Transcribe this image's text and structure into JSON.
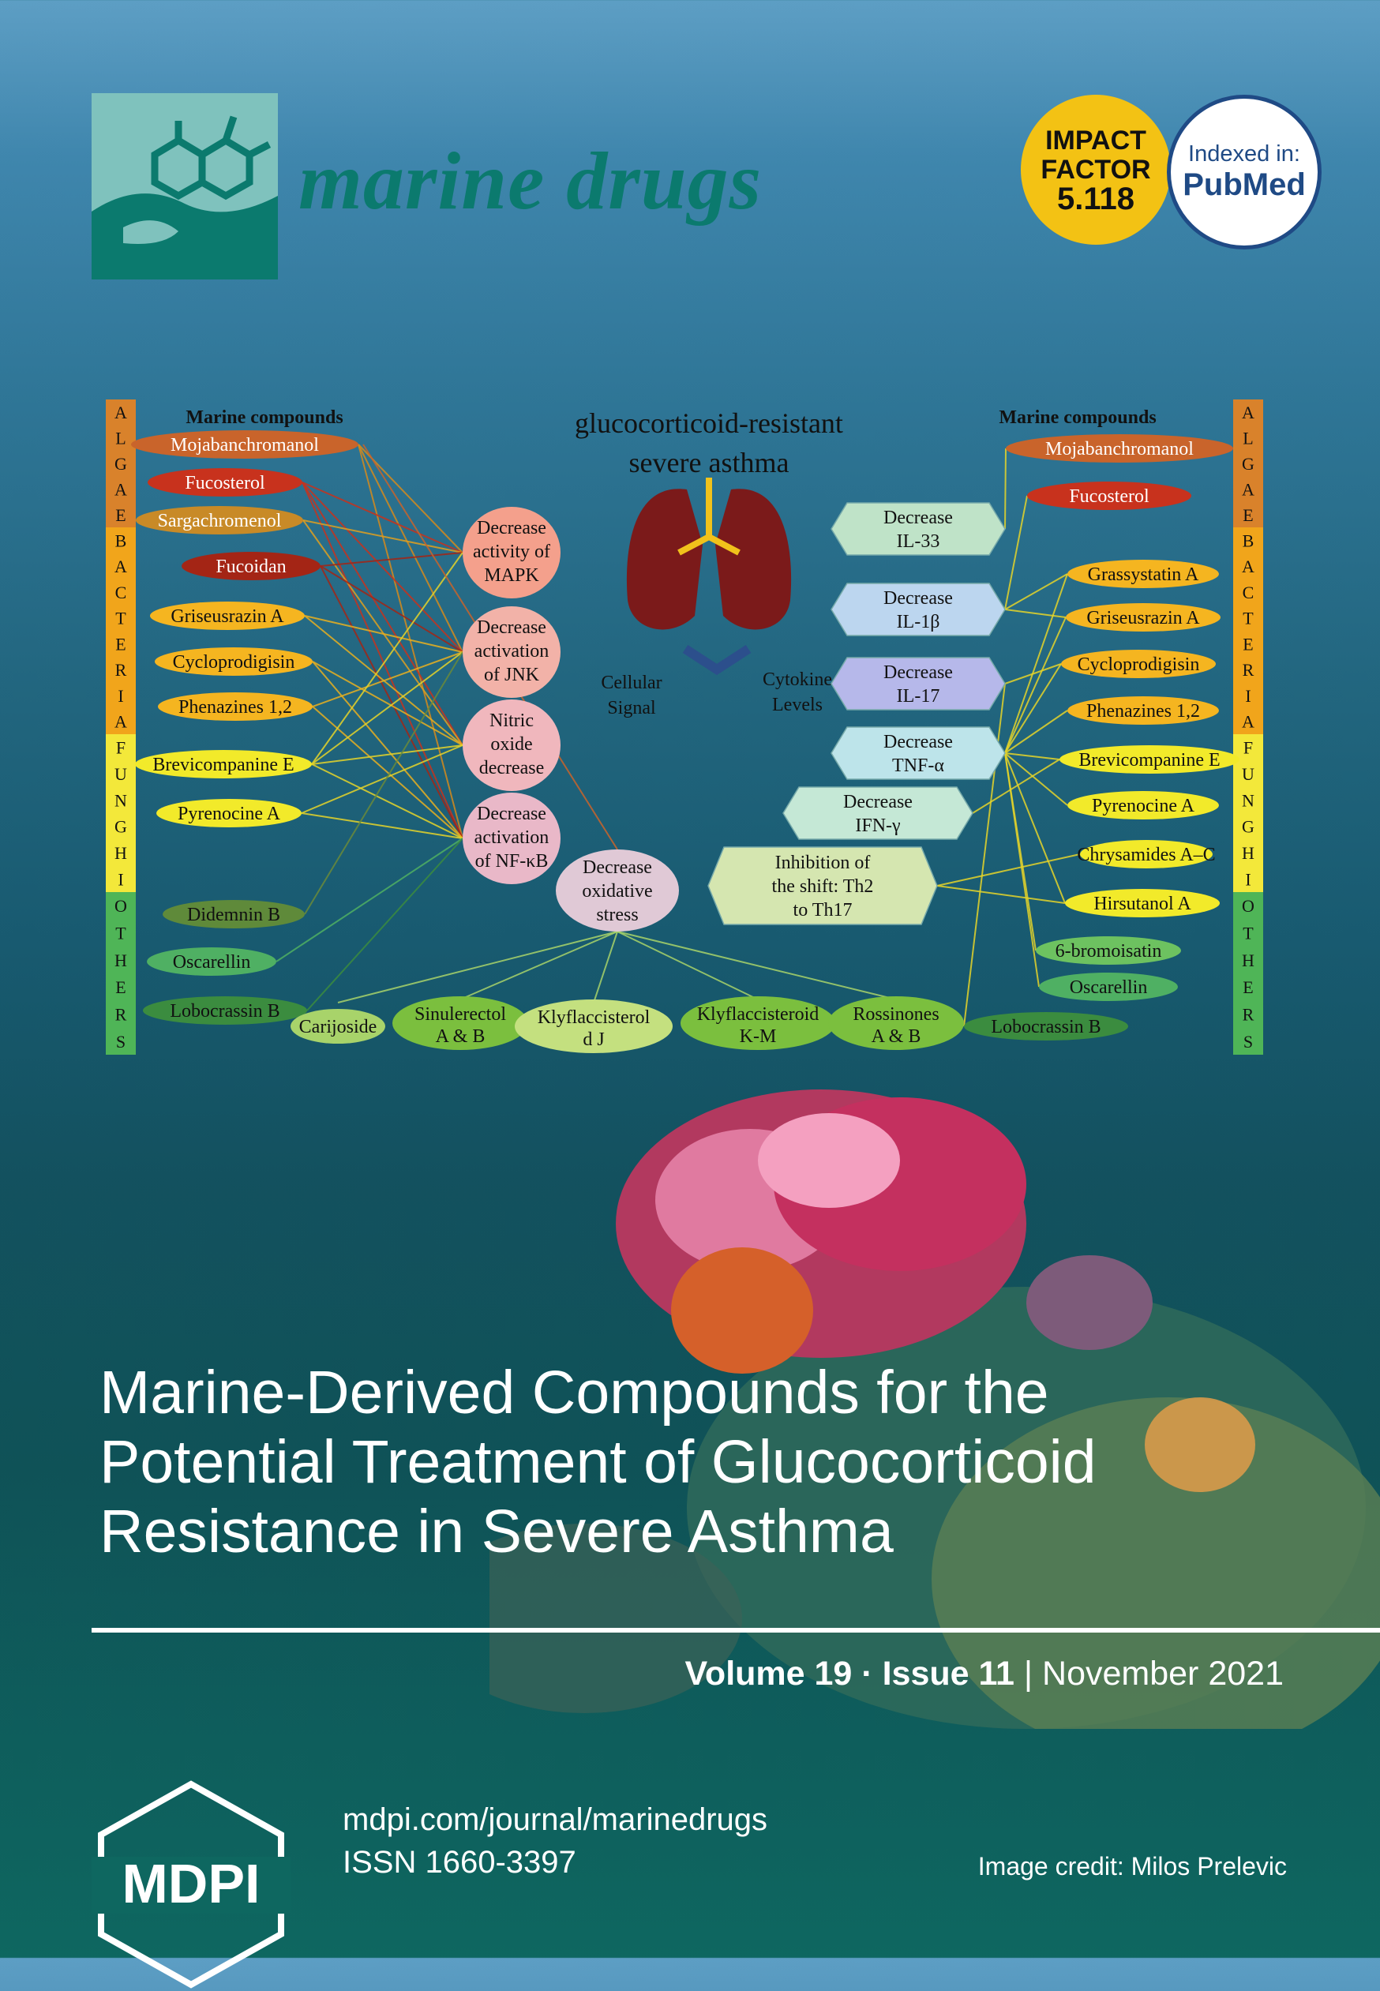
{
  "journal": {
    "title": "marine drugs"
  },
  "badges": {
    "impact_line1": "IMPACT",
    "impact_line2": "FACTOR",
    "impact_value": "5.118",
    "indexed_label": "Indexed in:",
    "indexed_name": "PubMed"
  },
  "diagram": {
    "center_title_line1": "glucocorticoid-resistant",
    "center_title_line2": "severe asthma",
    "cellular_signal_1": "Cellular",
    "cellular_signal_2": "Signal",
    "cytokine_levels_1": "Cytokine",
    "cytokine_levels_2": "Levels",
    "left_header": "Marine compounds",
    "right_header": "Marine compounds",
    "categories": [
      {
        "label": "ALGAE",
        "color": "#d9822b"
      },
      {
        "label": "BACTERIA",
        "color": "#f1a51b"
      },
      {
        "label": "FUNGHI",
        "color": "#f3e83a"
      },
      {
        "label": "OTHERS",
        "color": "#4fb557"
      }
    ],
    "left_compounds": [
      {
        "name": "Mojabanchromanol",
        "color": "#c9642b"
      },
      {
        "name": "Fucosterol",
        "color": "#c8321d"
      },
      {
        "name": "Sargachromenol",
        "color": "#c88a27"
      },
      {
        "name": "Fucoidan",
        "color": "#a42515"
      },
      {
        "name": "Griseusrazin A",
        "color": "#f5b520"
      },
      {
        "name": "Cycloprodigisin",
        "color": "#f5b520"
      },
      {
        "name": "Phenazines 1,2",
        "color": "#f5b520"
      },
      {
        "name": "Brevicompanine E",
        "color": "#f2ea2a"
      },
      {
        "name": "Pyrenocine A",
        "color": "#f2ea2a"
      },
      {
        "name": "Didemnin B",
        "color": "#5f8a3a"
      },
      {
        "name": "Oscarellin",
        "color": "#4fb063"
      },
      {
        "name": "Lobocrassin B",
        "color": "#3b8c3f"
      }
    ],
    "right_compounds": [
      {
        "name": "Mojabanchromanol",
        "color": "#c9642b"
      },
      {
        "name": "Fucosterol",
        "color": "#c8321d"
      },
      {
        "name": "Grassystatin A",
        "color": "#f5b520"
      },
      {
        "name": "Griseusrazin A",
        "color": "#f5b520"
      },
      {
        "name": "Cycloprodigisin",
        "color": "#f5b520"
      },
      {
        "name": "Phenazines 1,2",
        "color": "#f5b520"
      },
      {
        "name": "Brevicompanine E",
        "color": "#f2ea2a"
      },
      {
        "name": "Pyrenocine A",
        "color": "#f2ea2a"
      },
      {
        "name": "Chrysamides A–C",
        "color": "#f2ea2a"
      },
      {
        "name": "Hirsutanol A",
        "color": "#f2ea2a"
      },
      {
        "name": "6-bromoisatin",
        "color": "#6dc260"
      },
      {
        "name": "Oscarellin",
        "color": "#4fb063"
      },
      {
        "name": "Lobocrassin B",
        "color": "#3b8c3f"
      }
    ],
    "bottom_compounds": [
      {
        "name_line1": "Carijoside",
        "name_line2": "",
        "color": "#a8d36a"
      },
      {
        "name_line1": "Sinulerectol",
        "name_line2": "A & B",
        "color": "#7bbf3e"
      },
      {
        "name_line1": "Klyflaccisterol",
        "name_line2": "d J",
        "color": "#c4e07f"
      },
      {
        "name_line1": "Klyflaccisteroid",
        "name_line2": "K-M",
        "color": "#7bbf3e"
      },
      {
        "name_line1": "Rossinones",
        "name_line2": "A & B",
        "color": "#7bbf3e"
      }
    ],
    "left_effects": [
      {
        "lines": [
          "Decrease",
          "activity of",
          "MAPK"
        ]
      },
      {
        "lines": [
          "Decrease",
          "activation",
          "of JNK"
        ]
      },
      {
        "lines": [
          "Nitric",
          "oxide",
          "decrease"
        ]
      },
      {
        "lines": [
          "Decrease",
          "activation",
          "of NF-κB"
        ]
      }
    ],
    "oxidative_effect": {
      "lines": [
        "Decrease",
        "oxidative",
        "stress"
      ]
    },
    "right_effects": [
      {
        "lines": [
          "Decrease",
          "IL-33"
        ],
        "color": "#bfe3c8"
      },
      {
        "lines": [
          "Decrease",
          "IL-1β"
        ],
        "color": "#bcd6ef"
      },
      {
        "lines": [
          "Decrease",
          "IL-17"
        ],
        "color": "#b6b8ea"
      },
      {
        "lines": [
          "Decrease",
          "TNF-α"
        ],
        "color": "#bde4ea"
      },
      {
        "lines": [
          "Decrease",
          "IFN-γ"
        ],
        "color": "#c5e8d6"
      },
      {
        "lines": [
          "Inhibition of",
          "the shift: Th2",
          "to Th17"
        ],
        "color": "#d5e6b0"
      }
    ]
  },
  "article": {
    "title_line1": "Marine-Derived Compounds for the",
    "title_line2": "Potential Treatment of Glucocorticoid",
    "title_line3": "Resistance in Severe Asthma"
  },
  "issue": {
    "volume": "Volume 19",
    "separator": "·",
    "issue": "Issue 11",
    "divider": "|",
    "date": "November 2021"
  },
  "publisher": {
    "logo_text": "MDPI",
    "website": "mdpi.com/journal/marinedrugs",
    "issn": "ISSN 1660-3397",
    "credit": "Image credit: Milos Prelevic"
  }
}
